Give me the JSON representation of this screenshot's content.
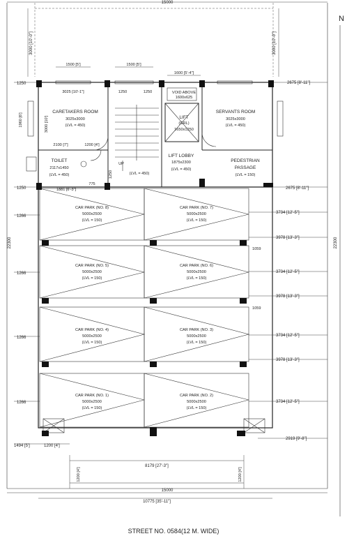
{
  "labels": {
    "top_width": "15000",
    "north": "N",
    "left_setback_top": "3000 [10'-0\"]",
    "right_setback_top": "3000 [10'-0\"]",
    "dim_1500_a": "1500 [5']",
    "dim_1500_b": "1500 [5']",
    "dim_1600": "1600 [5'-4\"]",
    "dim_1250_left": "1250",
    "dim_3025_top": "3025 [10'-1\"]",
    "dim_1250_a": "1250",
    "dim_1250_b": "1250",
    "dim_2675_top": "2675 [8'-11\"]",
    "dim_1960": "1960 [6']",
    "dim_3000_left": "3000 [10']",
    "dim_2100": "2100 [7']",
    "dim_1200": "1200 [4']",
    "dim_1250_bottom_left": "1250",
    "dim_1881": "1881 [6'-3\"]",
    "dim_2675_bottom": "2675 [8'-11\"]",
    "dim_775": "775",
    "dim_1250_stair": "1250",
    "caretaker_room": "CARETAKERS ROOM",
    "caretaker_size": "3025x3000",
    "caretaker_lvl": "(LVL = 450)",
    "servant_room": "SERVANTS ROOM",
    "servant_size": "3025x3000",
    "servant_lvl": "(LVL = 450)",
    "void": "VOID ABOVE",
    "void_size": "1600x625",
    "lift": "LIFT",
    "lift_sub": "(GRL)",
    "lift_size": "1650x1250",
    "lift_lobby": "LIFT LOBBY",
    "lift_lobby_size": "1875x2300",
    "lift_lobby_lvl": "(LVL = 450)",
    "stair_up": "UP",
    "stair_lvl": "(LVL = 450)",
    "toilet": "TOILET",
    "toilet_size": "2117x1450",
    "toilet_lvl": "(LVL = 450)",
    "pedestrian": "PEDESTRIAN",
    "passage": "PASSAGE",
    "passage_lvl": "(LVL = 150)",
    "car_size": "5000x2500",
    "car_lvl": "(LVL = 150)",
    "car_8": "CAR PARK (NO. 8)",
    "car_7": "CAR PARK (NO. 7)",
    "car_5": "CAR PARK (NO. 5)",
    "car_6": "CAR PARK (NO. 6)",
    "car_4": "CAR PARK (NO. 4)",
    "car_3": "CAR PARK (NO. 3)",
    "car_1": "CAR PARK (NO. 1)",
    "car_2": "CAR PARK (NO. 2)",
    "dim_1266_a": "1266",
    "dim_1266_b": "1266",
    "dim_1266_c": "1266",
    "dim_1266_d": "1266",
    "dim_3734_a": "3734 [12'-5\"]",
    "dim_3734_b": "3734 [12'-5\"]",
    "dim_3734_c": "3734 [12'-5\"]",
    "dim_3734_d": "3734 [12'-5\"]",
    "dim_3978_a": "3978 [13'-3\"]",
    "dim_3978_b": "3978 [13'-3\"]",
    "dim_3978_c": "3978 [13'-3\"]",
    "dim_1059_a": "1059",
    "dim_1059_b": "1059",
    "dim_22300_left": "22300",
    "dim_22300_right": "22300",
    "dim_1494": "1494 [5']",
    "dim_1200_bottom": "1200 [4']",
    "dim_2919": "2919 [9'-8\"]",
    "dim_8179": "8179 [27'-3\"]",
    "dim_1200_v_left": "1200 [4']",
    "dim_1200_v_right": "1200 [4']",
    "bottom_width": "15000",
    "dim_10775": "10775 [35'-11\"]",
    "street": "STREET NO. 0584(12 M. WIDE)"
  }
}
